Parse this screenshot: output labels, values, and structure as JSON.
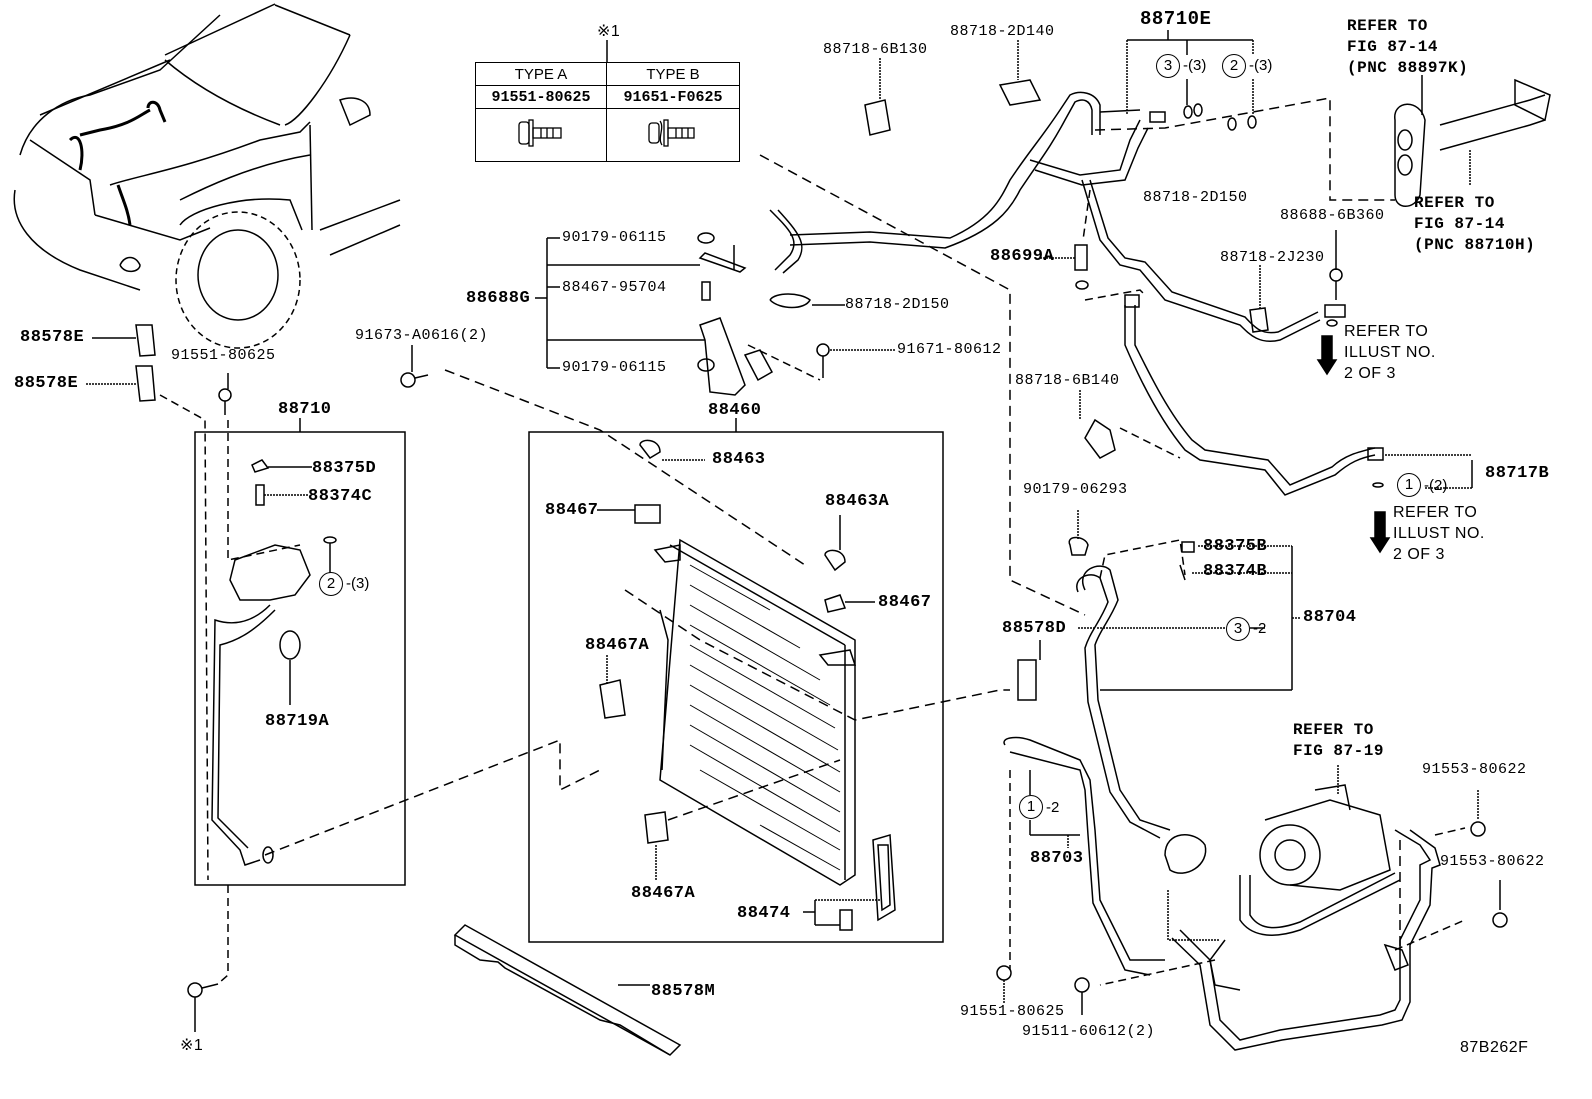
{
  "figure_id": "87B262F",
  "note_marker": "※1",
  "type_table": {
    "headers": [
      "TYPE A",
      "TYPE B"
    ],
    "part_numbers": [
      "91551-80625",
      "91651-F0625"
    ],
    "icons": [
      "flange-bolt-icon",
      "bolt-with-washer-icon"
    ]
  },
  "labels": {
    "p88718_6B130": "88718-6B130",
    "p88718_2D140": "88718-2D140",
    "p88710E": "88710E",
    "p88718_2D150_top": "88718-2D150",
    "p88699A": "88699A",
    "p88718_2J230": "88718-2J230",
    "p88688_6B360": "88688-6B360",
    "p88718_6B140": "88718-6B140",
    "p88717B": "88717B",
    "p90179_06293": "90179-06293",
    "p88375B": "88375B",
    "p88374B": "88374B",
    "p88704": "88704",
    "p88578D": "88578D",
    "p88703": "88703",
    "p91553_80622_a": "91553-80622",
    "p91553_80622_b": "91553-80622",
    "p91551_80625_bottom": "91551-80625",
    "p91511_60612": "91511-60612(2)",
    "p90179_06115_a": "90179-06115",
    "p88467_95704": "88467-95704",
    "p88688G": "88688G",
    "p90179_06115_b": "90179-06115",
    "p88718_2D150_mid": "88718-2D150",
    "p91671_80612": "91671-80612",
    "p91673_A0616": "91673-A0616(2)",
    "p88578E_a": "88578E",
    "p88578E_b": "88578E",
    "p91551_80625_left": "91551-80625",
    "p88710": "88710",
    "p88375D": "88375D",
    "p88374C": "88374C",
    "p88719A": "88719A",
    "p88460": "88460",
    "p88463": "88463",
    "p88467_a": "88467",
    "p88463A": "88463A",
    "p88467_b": "88467",
    "p88467A_a": "88467A",
    "p88467A_b": "88467A",
    "p88474": "88474",
    "p88578M": "88578M"
  },
  "references": {
    "ref_88897K": "REFER TO\nFIG 87-14\n(PNC 88897K)",
    "ref_88710H": "REFER TO\nFIG 87-14\n(PNC 88710H)",
    "ref_87_19": "REFER TO\nFIG 87-19",
    "ref_illust_a": "REFER TO\nILLUST NO.\n2 OF 3",
    "ref_illust_b": "REFER TO\nILLUST NO.\n2 OF 3"
  },
  "callouts": {
    "c3_88710E": {
      "num": "3",
      "qty": "-(3)"
    },
    "c2_88710E": {
      "num": "2",
      "qty": "-(3)"
    },
    "c2_88710": {
      "num": "2",
      "qty": "-(3)"
    },
    "c1_88717B": {
      "num": "1",
      "qty": "-(2)"
    },
    "c3_88704": {
      "num": "3",
      "qty": "-2"
    },
    "c1_88703": {
      "num": "1",
      "qty": "-2"
    }
  }
}
